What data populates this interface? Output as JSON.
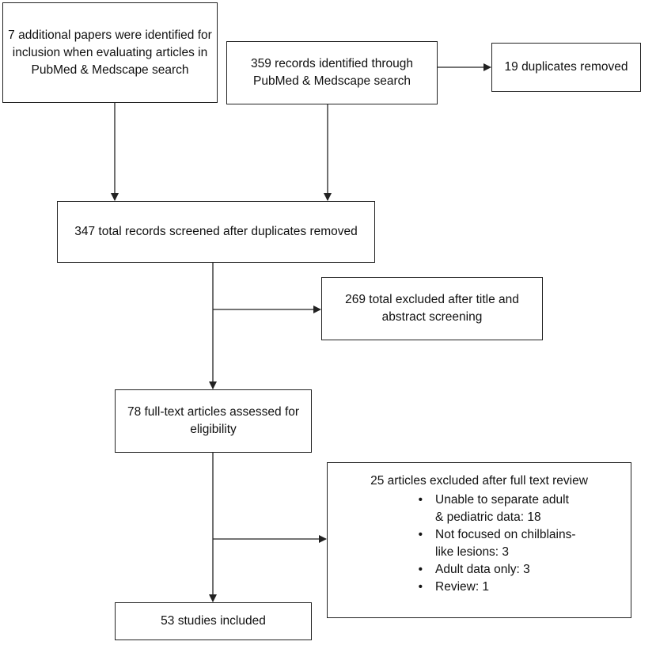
{
  "boxes": {
    "additional": "7 additional papers were identified for inclusion when evaluating articles in PubMed & Medscape search",
    "identified": "359 records identified through PubMed & Medscape search",
    "duplicates": "19 duplicates removed",
    "screened": "347 total records screened after duplicates removed",
    "excluded_title": "269 total excluded after title and abstract screening",
    "fulltext": "78 full-text articles assessed for eligibility",
    "excluded_full": {
      "title": "25 articles excluded after full text review",
      "reasons": [
        "Unable to separate adult & pediatric data: 18",
        "Not focused on chilblains-like lesions: 3",
        "Adult data only: 3",
        "Review: 1"
      ]
    },
    "included": "53 studies included"
  },
  "bullet_glyph": "•",
  "colors": {
    "stroke": "#222222",
    "background": "#ffffff",
    "text": "#111111"
  }
}
